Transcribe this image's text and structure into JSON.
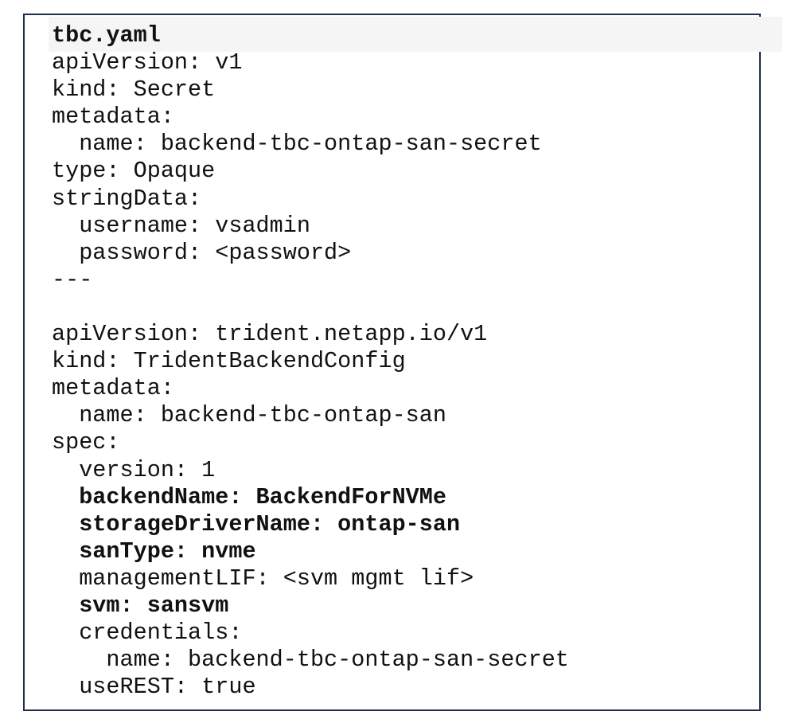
{
  "file": {
    "title": "tbc.yaml"
  },
  "lines": [
    {
      "text": "apiVersion: v1",
      "bold": false
    },
    {
      "text": "kind: Secret",
      "bold": false
    },
    {
      "text": "metadata:",
      "bold": false
    },
    {
      "text": "  name: backend-tbc-ontap-san-secret",
      "bold": false
    },
    {
      "text": "type: Opaque",
      "bold": false
    },
    {
      "text": "stringData:",
      "bold": false
    },
    {
      "text": "  username: vsadmin",
      "bold": false
    },
    {
      "text": "  password: <password>",
      "bold": false
    },
    {
      "text": "---",
      "bold": false
    },
    {
      "text": "",
      "bold": false
    },
    {
      "text": "apiVersion: trident.netapp.io/v1",
      "bold": false
    },
    {
      "text": "kind: TridentBackendConfig",
      "bold": false
    },
    {
      "text": "metadata:",
      "bold": false
    },
    {
      "text": "  name: backend-tbc-ontap-san",
      "bold": false
    },
    {
      "text": "spec:",
      "bold": false
    },
    {
      "text": "  version: 1",
      "bold": false
    },
    {
      "text": "  backendName: BackendForNVMe",
      "bold": true
    },
    {
      "text": "  storageDriverName: ontap-san",
      "bold": true
    },
    {
      "text": "  sanType: nvme",
      "bold": true
    },
    {
      "text": "  managementLIF: <svm mgmt lif>",
      "bold": false
    },
    {
      "text": "  svm: sansvm",
      "bold": true
    },
    {
      "text": "  credentials:",
      "bold": false
    },
    {
      "text": "    name: backend-tbc-ontap-san-secret",
      "bold": false
    },
    {
      "text": "  useREST: true",
      "bold": false
    }
  ]
}
